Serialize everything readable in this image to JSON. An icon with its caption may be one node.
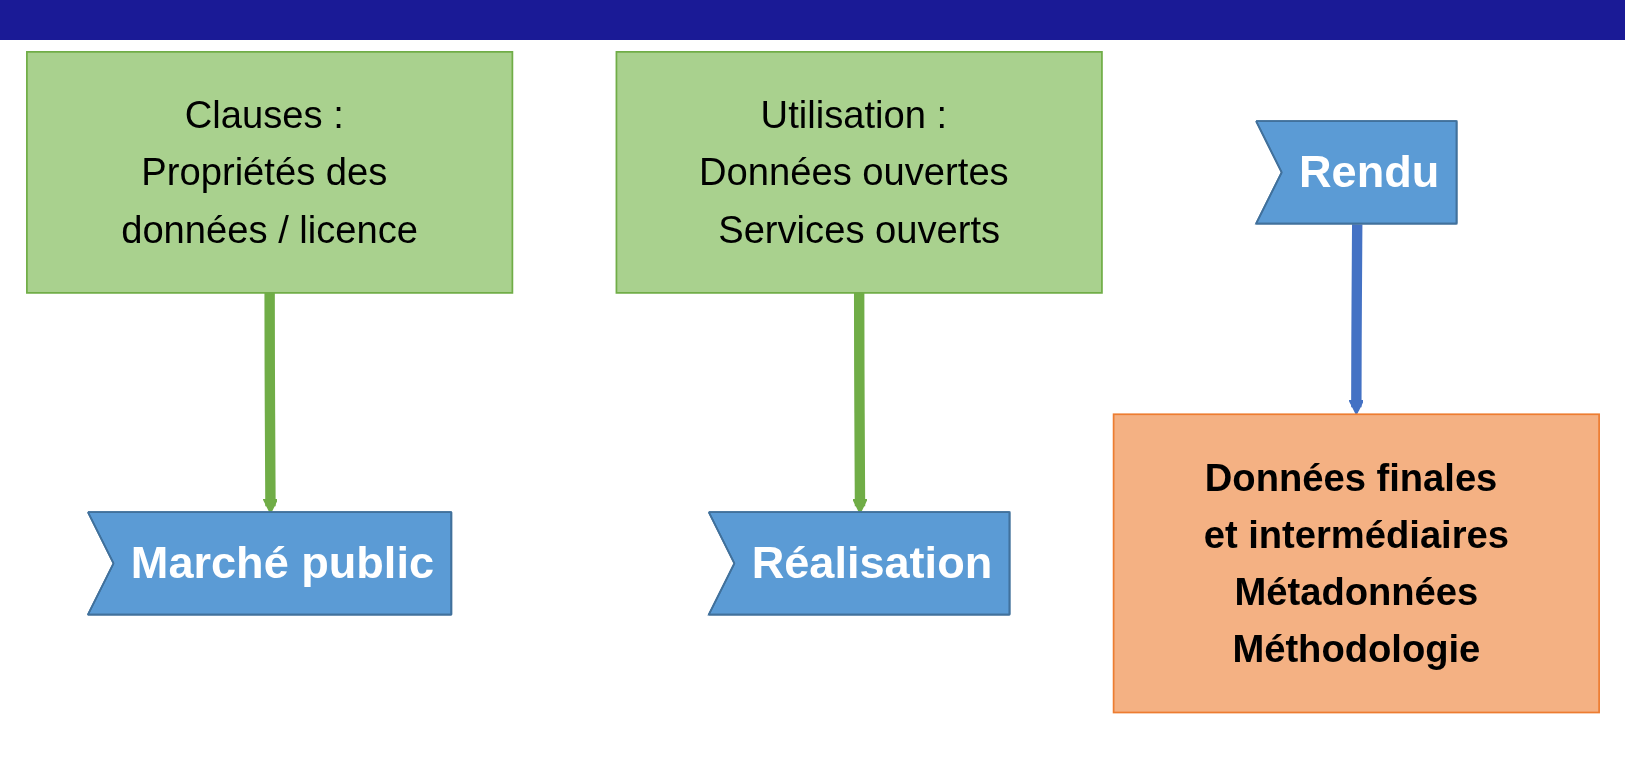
{
  "diagram": {
    "nodes": [
      {
        "text": [
          "Clauses : Propriétés des données / licence"
        ]
      },
      {
        "text": [
          "Utilisation : Données ouvertes Services ouverts"
        ]
      },
      {
        "text": [
          "Marché public"
        ]
      },
      {
        "text": [
          "Réalisation"
        ]
      },
      {
        "text": [
          "Rendu"
        ]
      },
      {
        "text": [
          "Données finales et intermédiaires",
          "Métadonnées",
          "Méthodologie"
        ]
      }
    ],
    "edges": [
      {
        "from": 0,
        "to": 2,
        "arrow": "to"
      },
      {
        "from": 1,
        "to": 3,
        "arrow": "to"
      },
      {
        "from": 4,
        "to": 5,
        "arrow": "to",
        "color": "#4472c4"
      }
    ]
  }
}
